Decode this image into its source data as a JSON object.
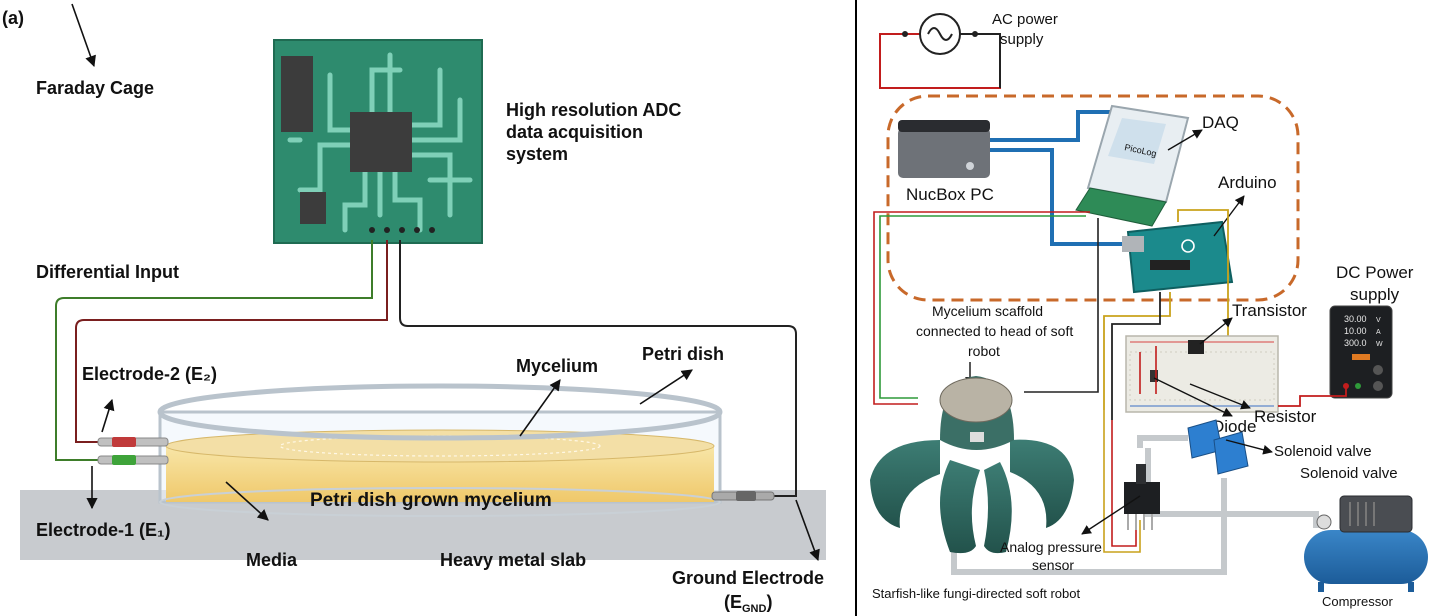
{
  "left_panel": {
    "panel_tag": "(a)",
    "faraday_cage": "Faraday Cage",
    "adc_line1": "High resolution ADC",
    "adc_line2": "data acquisition",
    "adc_line3": "system",
    "differential_input": "Differential Input",
    "electrode2": "Electrode-2 (E₂)",
    "mycelium": "Mycelium",
    "petri_dish": "Petri dish",
    "grown_mycelium": "Petri dish grown mycelium",
    "electrode1": "Electrode-1 (E₁)",
    "media": "Media",
    "heavy_metal_slab": "Heavy metal slab",
    "ground_electrode": "Ground Electrode",
    "ground_symbol": "(E",
    "ground_subscript": "GND",
    "ground_close": ")"
  },
  "right_panel": {
    "ac_power_line1": "AC power",
    "ac_power_line2": "supply",
    "daq": "DAQ",
    "nucbox": "NucBox PC",
    "arduino": "Arduino",
    "dc_power_line1": "DC Power",
    "dc_power_line2": "supply",
    "scaffold_line1": "Mycelium scaffold",
    "scaffold_line2": "connected to head of soft",
    "scaffold_line3": "robot",
    "transistor": "Transistor",
    "resistor": "Resistor",
    "diode": "Diode",
    "solenoid_valve_1": "Solenoid valve",
    "solenoid_valve_2": "Solenoid valve",
    "pressure_line1": "Analog pressure",
    "pressure_line2": "sensor",
    "robot_caption": "Starfish-like fungi-directed soft robot",
    "compressor": "Compressor",
    "daq_brand": "PicoLog",
    "psu_readouts": [
      "30.00",
      "10.00",
      "300.0"
    ],
    "psu_units": [
      "V",
      "A",
      "W"
    ]
  },
  "colors": {
    "pcb": "#2e8b6e",
    "chip": "#3c3c3c",
    "slab": "#c8cbcf",
    "media": "#f5d98a",
    "wire_green": "#3e7d2a",
    "wire_red": "#7a1f1f",
    "wire_black": "#222222",
    "dashed_box": "#c8692a",
    "usb_blue": "#1f6fb3",
    "robot": "#2f6b63"
  }
}
